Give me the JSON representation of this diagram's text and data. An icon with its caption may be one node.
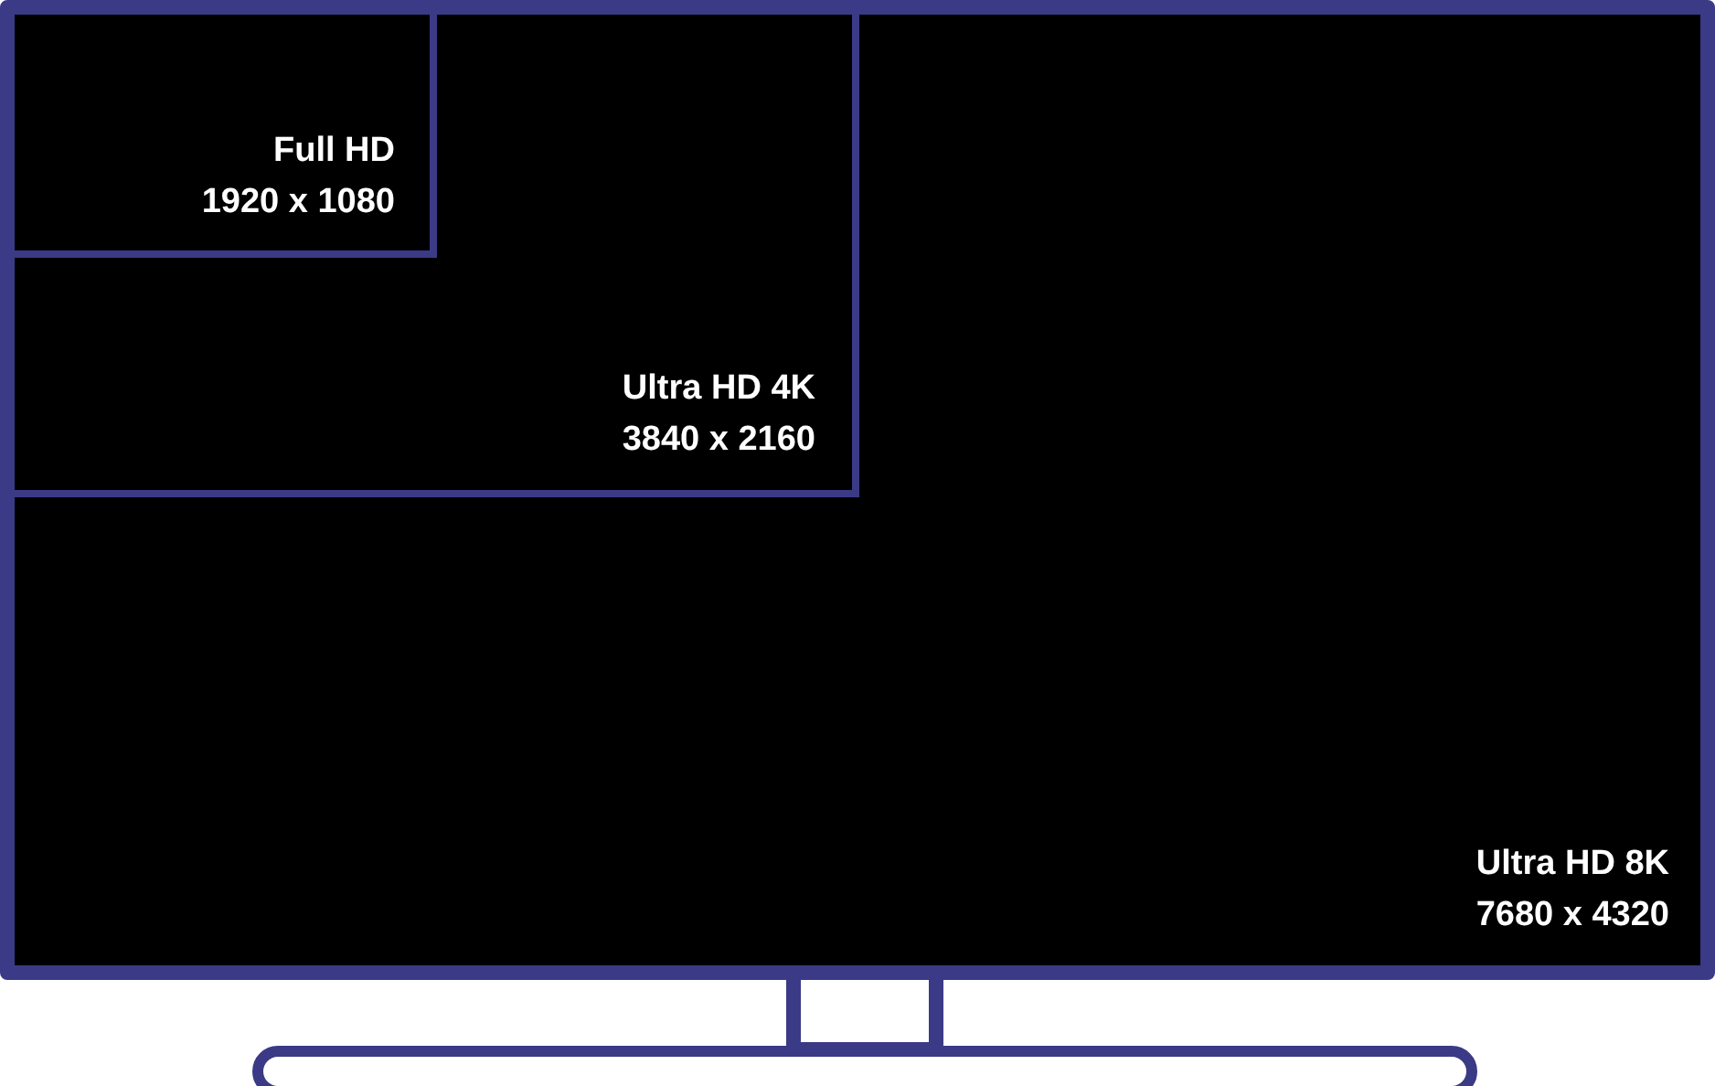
{
  "diagram": {
    "nodes": [
      {
        "text": [
          "Ultra HD 8K",
          "7680 x 4320"
        ]
      },
      {
        "text": [
          "Ultra HD 4K",
          "3840 x 2160"
        ],
        "in": 0
      },
      {
        "text": [
          "Full HD",
          "1920 x 1080"
        ],
        "in": 1
      }
    ]
  }
}
